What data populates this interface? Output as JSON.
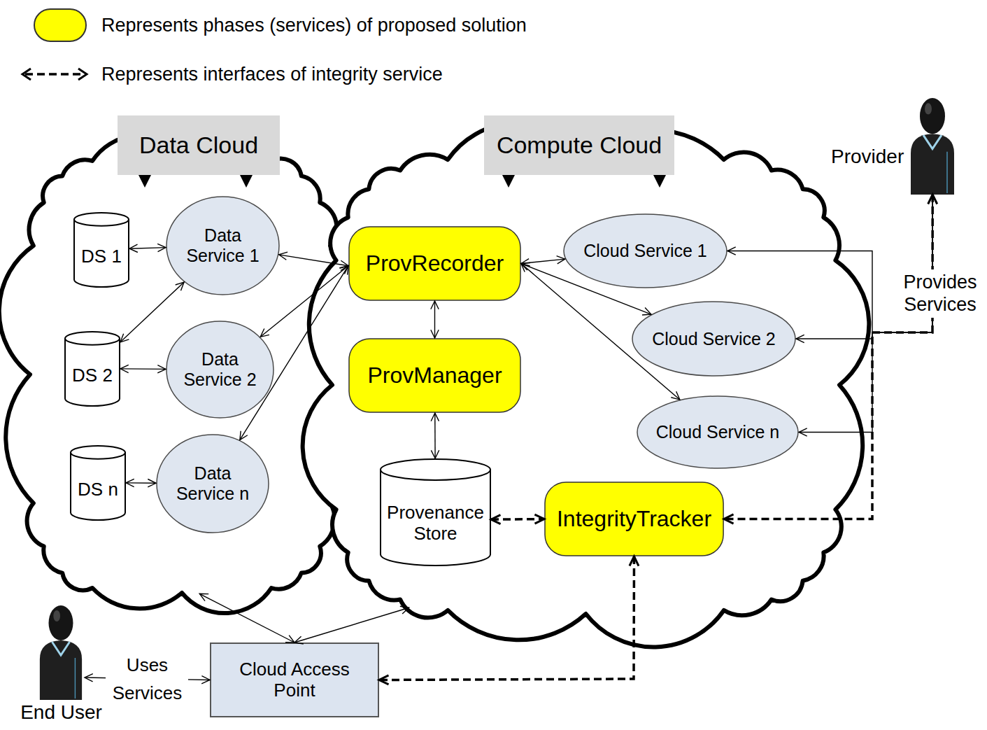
{
  "diagram": {
    "nodes": [
      {
        "text": [
          "Data Cloud"
        ]
      },
      {
        "text": [
          "Compute Cloud"
        ]
      },
      {
        "text": [
          "DS 1"
        ],
        "in": 0
      },
      {
        "text": [
          "Data Service 1"
        ],
        "in": 0
      },
      {
        "text": [
          "DS 2"
        ],
        "in": 0
      },
      {
        "text": [
          "Data Service 2"
        ],
        "in": 0
      },
      {
        "text": [
          "DS n"
        ],
        "in": 0
      },
      {
        "text": [
          "Data Service n"
        ],
        "in": 0
      },
      {
        "text": [
          "ProvRecorder"
        ],
        "in": 1
      },
      {
        "text": [
          "Cloud Service 1"
        ],
        "in": 1
      },
      {
        "text": [
          "ProvManager"
        ],
        "in": 1
      },
      {
        "text": [
          "Cloud Service 2"
        ],
        "in": 1
      },
      {
        "text": [
          "Cloud Service n"
        ],
        "in": 1
      },
      {
        "text": [
          "Provenance Store"
        ],
        "in": 1
      },
      {
        "text": [
          "IntegrityTracker"
        ],
        "in": 1
      },
      {
        "text": [
          "Provider"
        ]
      },
      {
        "text": [
          "End User"
        ]
      },
      {
        "text": [
          "Cloud Access Point"
        ]
      }
    ],
    "edges": [
      {
        "from": 2,
        "to": 3,
        "arrow": "both"
      },
      {
        "from": 4,
        "to": 3,
        "arrow": "both"
      },
      {
        "from": 4,
        "to": 5,
        "arrow": "both"
      },
      {
        "from": 6,
        "to": 7,
        "arrow": "both"
      },
      {
        "from": 3,
        "to": 8,
        "arrow": "both"
      },
      {
        "from": 5,
        "to": 8,
        "arrow": "both"
      },
      {
        "from": 7,
        "to": 8,
        "arrow": "both"
      },
      {
        "from": 8,
        "to": 9,
        "arrow": "both"
      },
      {
        "from": 8,
        "to": 11,
        "arrow": "both"
      },
      {
        "from": 8,
        "to": 12,
        "arrow": "both"
      },
      {
        "from": 8,
        "to": 10,
        "arrow": "both"
      },
      {
        "from": 10,
        "to": 13,
        "arrow": "both"
      },
      {
        "from": 13,
        "to": 14,
        "arrow": "both"
      },
      {
        "from": 14,
        "to": 17,
        "arrow": "both"
      },
      {
        "from": 15,
        "to": 9,
        "arrow": "both"
      },
      {
        "from": 15,
        "to": 11,
        "arrow": "both"
      },
      {
        "from": 15,
        "to": 12,
        "arrow": "both"
      },
      {
        "from": 15,
        "to": 14,
        "arrow": "both"
      },
      {
        "from": 16,
        "to": 17,
        "label": "Uses Services",
        "arrow": "both"
      },
      {
        "from": 17,
        "to": 0,
        "arrow": "both"
      },
      {
        "from": 17,
        "to": 1,
        "arrow": "both"
      }
    ],
    "labels": [
      "Provides Services"
    ],
    "legend": [
      {
        "text": "Represents phases (services) of proposed solution",
        "color": "#ffff00"
      },
      {
        "text": "Represents interfaces of integrity service"
      }
    ]
  }
}
